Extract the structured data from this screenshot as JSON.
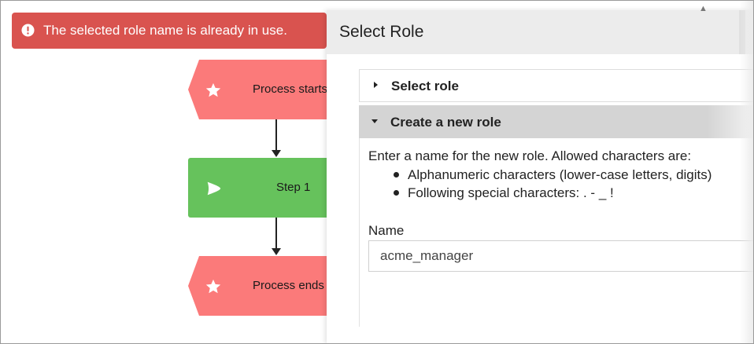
{
  "toast": {
    "message": "The selected role name is already in use.",
    "icon": "exclamation-circle-icon",
    "color": "#d9534f"
  },
  "flow": {
    "start_label": "Process starts",
    "step_label": "Step 1",
    "end_label": "Process ends",
    "colors": {
      "event": "#fb7a7a",
      "step": "#66c25c"
    }
  },
  "dialog": {
    "title": "Select Role",
    "panels": {
      "select_role": {
        "label": "Select role"
      },
      "create_role": {
        "label": "Create a new role",
        "intro": "Enter a name for the new role. Allowed characters are:",
        "rules": [
          "Alphanumeric characters (lower-case letters, digits)",
          "Following special characters: . - _ !"
        ],
        "name_label": "Name",
        "name_value": "acme_manager"
      }
    }
  }
}
